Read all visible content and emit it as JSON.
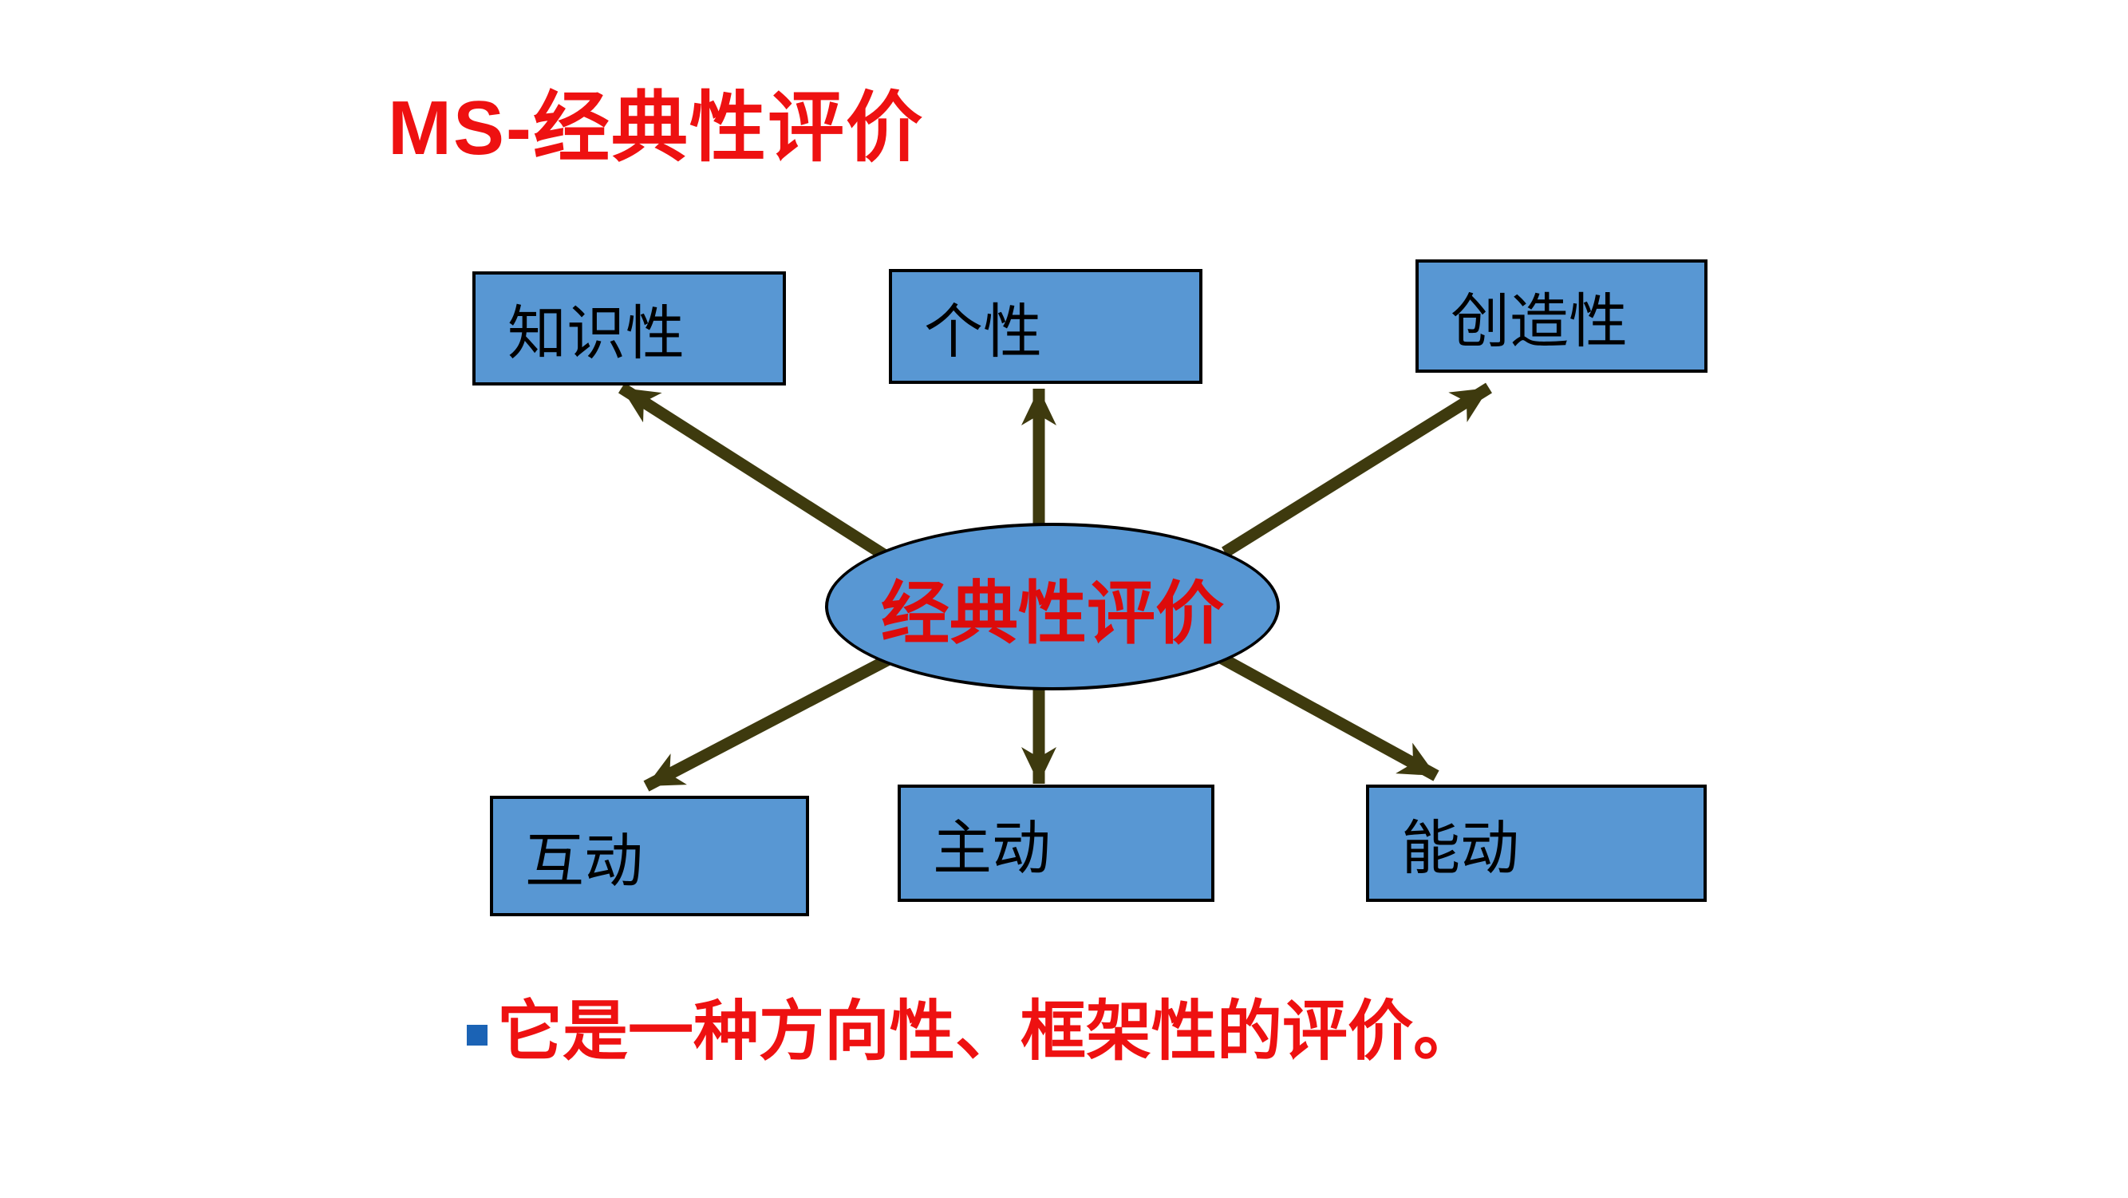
{
  "slide": {
    "title": "MS-经典性评价",
    "footer_bullet": {
      "text": "它是一种方向性、框架性的评价。"
    }
  },
  "diagram": {
    "center_label": "经典性评价",
    "nodes": [
      {
        "label": "知识性",
        "position": "top-left"
      },
      {
        "label": "个性",
        "position": "top-center"
      },
      {
        "label": "创造性",
        "position": "top-right"
      },
      {
        "label": "互动",
        "position": "bottom-left"
      },
      {
        "label": "主动",
        "position": "bottom-center"
      },
      {
        "label": "能动",
        "position": "bottom-right"
      }
    ],
    "connections": [
      {
        "from": "经典性评价",
        "to": "知识性"
      },
      {
        "from": "经典性评价",
        "to": "个性"
      },
      {
        "from": "经典性评价",
        "to": "创造性"
      },
      {
        "from": "经典性评价",
        "to": "互动"
      },
      {
        "from": "经典性评价",
        "to": "主动"
      },
      {
        "from": "经典性评价",
        "to": "能动"
      }
    ],
    "colors": {
      "node_fill": "#5897D3",
      "node_border": "#000000",
      "node_text": "#000000",
      "arrow": "#3E3A0E",
      "title_text": "#EE1111",
      "center_text": "#DD0B0B",
      "bullet_text": "#EE1111",
      "bullet_marker": "#1B63B5"
    }
  }
}
